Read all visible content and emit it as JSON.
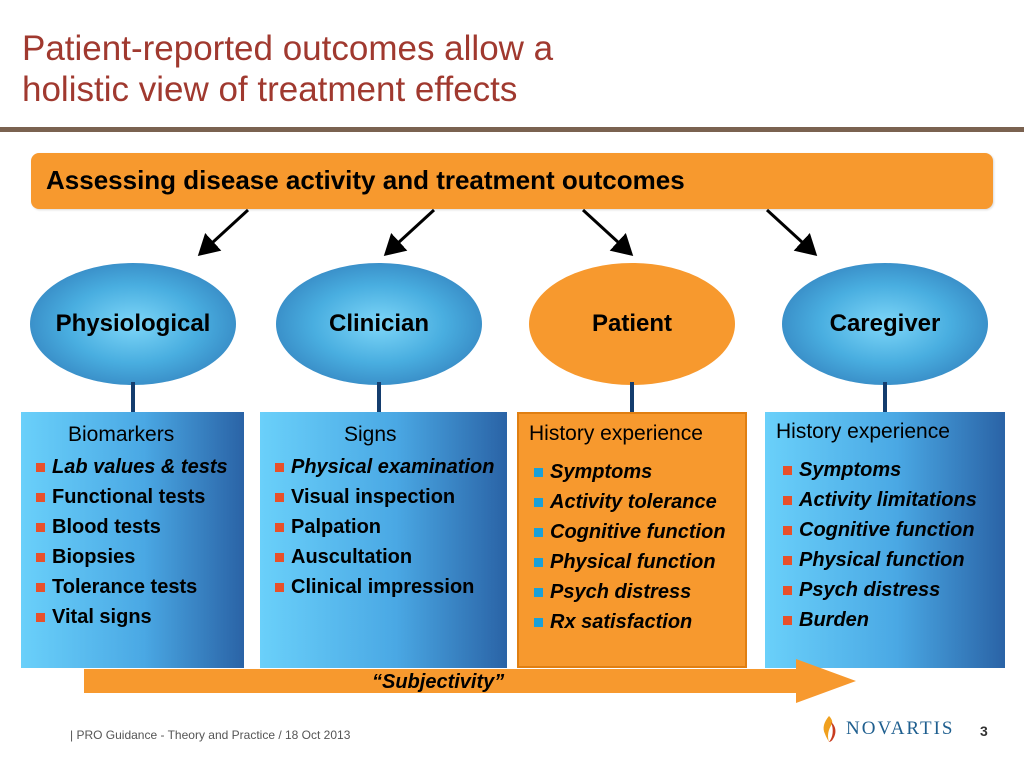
{
  "title": {
    "line1": "Patient-reported outcomes allow a",
    "line2": "holistic view of treatment effects"
  },
  "banner": "Assessing disease activity and treatment outcomes",
  "ovals": [
    {
      "label": "Physiological",
      "style": "blue"
    },
    {
      "label": "Clinician",
      "style": "blue"
    },
    {
      "label": "Patient",
      "style": "orange"
    },
    {
      "label": "Caregiver",
      "style": "blue"
    }
  ],
  "boxes": [
    {
      "heading": "Biomarkers",
      "items": [
        {
          "text": "Lab values & tests",
          "italic": true
        },
        {
          "text": "Functional tests",
          "italic": false
        },
        {
          "text": "Blood tests",
          "italic": false
        },
        {
          "text": "Biopsies",
          "italic": false
        },
        {
          "text": "Tolerance tests",
          "italic": false
        },
        {
          "text": "Vital signs",
          "italic": false
        }
      ]
    },
    {
      "heading": "Signs",
      "items": [
        {
          "text": "Physical examination",
          "italic": true
        },
        {
          "text": "Visual inspection",
          "italic": false
        },
        {
          "text": "Palpation",
          "italic": false
        },
        {
          "text": "Auscultation",
          "italic": false
        },
        {
          "text": "Clinical impression",
          "italic": false
        }
      ]
    },
    {
      "heading": "History experience",
      "items": [
        {
          "text": "Symptoms",
          "italic": true
        },
        {
          "text": "Activity tolerance",
          "italic": true
        },
        {
          "text": "Cognitive function",
          "italic": true
        },
        {
          "text": "Physical function",
          "italic": true
        },
        {
          "text": "Psych distress",
          "italic": true
        },
        {
          "text": "Rx satisfaction",
          "italic": true
        }
      ]
    },
    {
      "heading": "History experience",
      "items": [
        {
          "text": "Symptoms",
          "italic": true
        },
        {
          "text": "Activity limitations",
          "italic": true
        },
        {
          "text": "Cognitive function",
          "italic": true
        },
        {
          "text": "Physical function",
          "italic": true
        },
        {
          "text": "Psych distress",
          "italic": true
        },
        {
          "text": "Burden",
          "italic": true
        }
      ]
    }
  ],
  "subjectivity": "“Subjectivity”",
  "footer": "| PRO Guidance  - Theory and Practice / 18 Oct 2013",
  "logo": "NOVARTIS",
  "page_number": "3",
  "colors": {
    "title": "#a0392f",
    "banner": "#f7992e",
    "rule": "#7a6250",
    "blue_dark": "#2a63a6",
    "blue_light": "#6ad0fa",
    "bullet_red": "#e8502a",
    "bullet_cyan": "#1aa0d8"
  }
}
